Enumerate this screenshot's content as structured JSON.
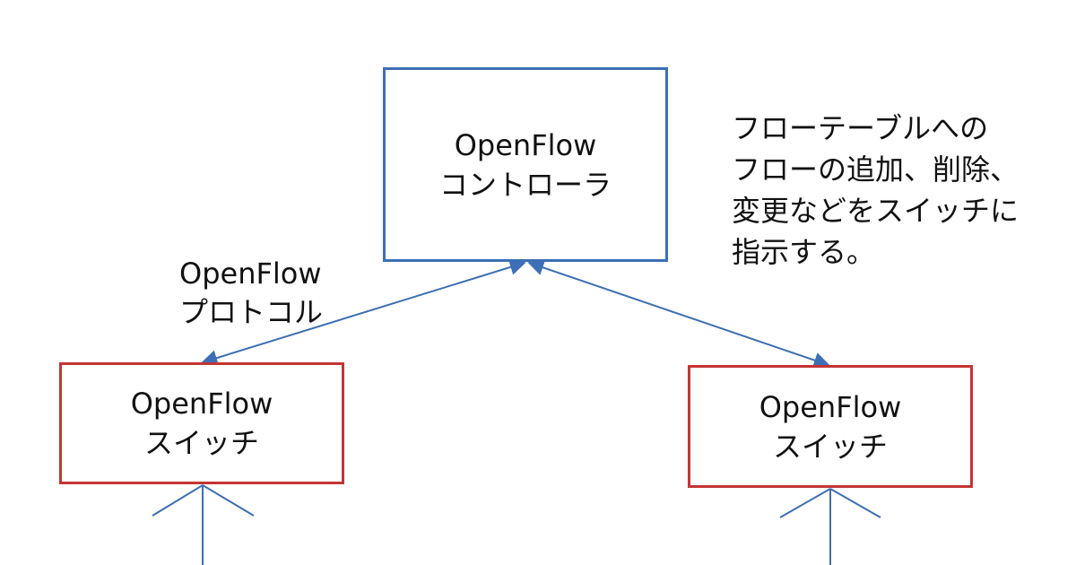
{
  "controller": {
    "title": "OpenFlow",
    "subtitle": "コントローラ"
  },
  "switch_left": {
    "title": "OpenFlow",
    "subtitle": "スイッチ"
  },
  "switch_right": {
    "title": "OpenFlow",
    "subtitle": "スイッチ"
  },
  "protocol_label": {
    "line1": "OpenFlow",
    "line2": "プロトコル"
  },
  "note": {
    "line1": "フローテーブルへの",
    "line2": "フローの追加、削除、",
    "line3": "変更などをスイッチに",
    "line4": "指示する。"
  },
  "colors": {
    "controller_border": "#3d6fb5",
    "switch_border": "#c43534",
    "link": "#3d6fb5"
  }
}
